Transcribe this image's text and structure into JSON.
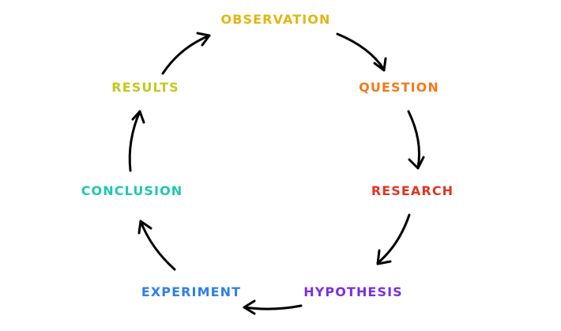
{
  "cycle": {
    "steps": [
      {
        "label": "OBSERVATION",
        "color": "#e2b614"
      },
      {
        "label": "QUESTION",
        "color": "#f07a1a"
      },
      {
        "label": "RESEARCH",
        "color": "#e23322"
      },
      {
        "label": "HYPOTHESIS",
        "color": "#7b2fe0"
      },
      {
        "label": "EXPERIMENT",
        "color": "#2f7fe8"
      },
      {
        "label": "CONCLUSION",
        "color": "#1fc7b0"
      },
      {
        "label": "RESULTS",
        "color": "#c4c81e"
      }
    ],
    "arrow_color": "#000000"
  }
}
